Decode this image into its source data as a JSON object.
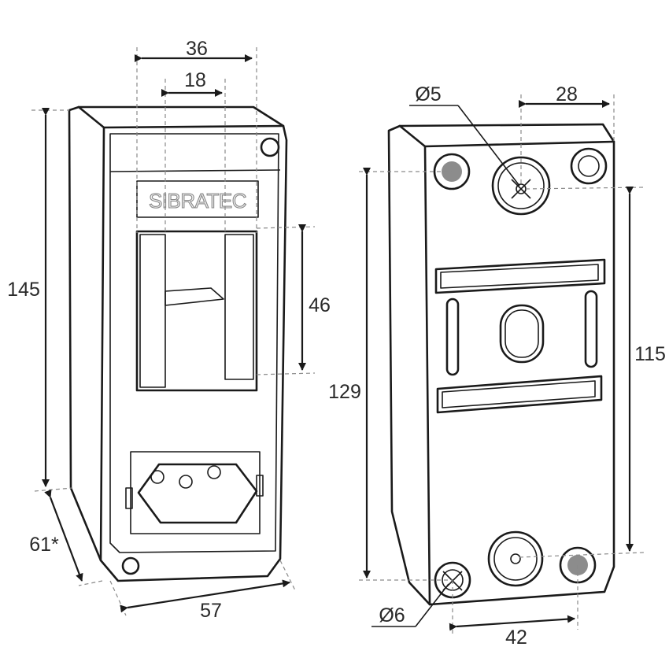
{
  "brand": "SIBRATEC",
  "front_view": {
    "dims": {
      "width_top": "36",
      "width_inner": "18",
      "height": "145",
      "window_height": "46",
      "depth": "61*",
      "width": "57"
    }
  },
  "rear_view": {
    "dims": {
      "hole_small": "Ø5",
      "hole_offset": "28",
      "mount_height": "115",
      "hole_spacing_vertical": "129",
      "hole_large": "Ø6",
      "hole_spacing_horizontal": "42"
    }
  },
  "colors": {
    "outline": "#1a1a1a",
    "dashed": "#8a8a8a",
    "dark_hole": "#8c8c8c"
  }
}
